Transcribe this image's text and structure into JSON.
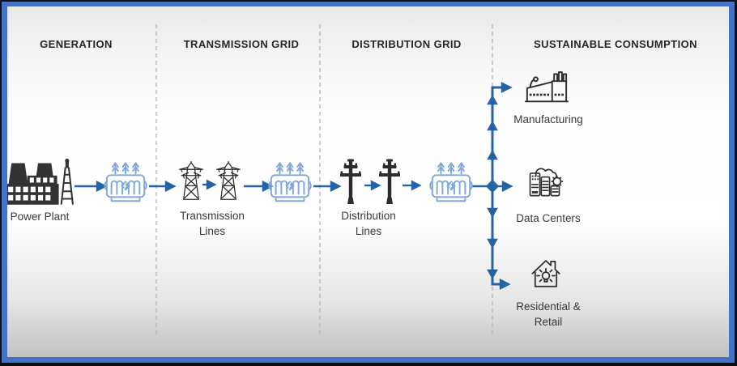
{
  "diagram": {
    "stages": [
      {
        "header": "GENERATION"
      },
      {
        "header": "TRANSMISSION GRID"
      },
      {
        "header": "DISTRIBUTION GRID"
      },
      {
        "header": "SUSTAINABLE CONSUMPTION"
      }
    ],
    "nodes": {
      "power_plant": {
        "label": "Power Plant",
        "icon": "power-plant-icon"
      },
      "step_up_transformer": {
        "label": "",
        "icon": "transformer-icon"
      },
      "transmission_lines": {
        "label": "Transmission Lines",
        "icon": "transmission-tower-icon"
      },
      "grid_transformer": {
        "label": "",
        "icon": "transformer-icon"
      },
      "distribution_lines": {
        "label": "Distribution Lines",
        "icon": "utility-pole-icon"
      },
      "step_down_transformer": {
        "label": "",
        "icon": "transformer-icon"
      },
      "manufacturing": {
        "label": "Manufacturing",
        "icon": "factory-icon"
      },
      "data_centers": {
        "label": "Data Centers",
        "icon": "data-center-icon"
      },
      "residential_retail": {
        "label": "Residential & Retail",
        "icon": "house-bulb-icon"
      }
    },
    "flows": [
      "power_plant -> step_up_transformer",
      "step_up_transformer -> transmission_lines",
      "transmission_lines -> grid_transformer",
      "grid_transformer -> distribution_lines",
      "distribution_lines -> step_down_transformer",
      "step_down_transformer -> manufacturing",
      "step_down_transformer -> data_centers",
      "step_down_transformer -> residential_retail"
    ],
    "colors": {
      "flow_line": "#2563a5",
      "transformer_blue": "#7fa8d9",
      "frame_border_blue": "#4472c4",
      "frame_edge_black": "#0d0d16",
      "divider_gray": "#b8b8b8",
      "heading_text": "#262626",
      "label_text": "#3a3a3a",
      "icon_dark": "#2e2e2e"
    }
  }
}
